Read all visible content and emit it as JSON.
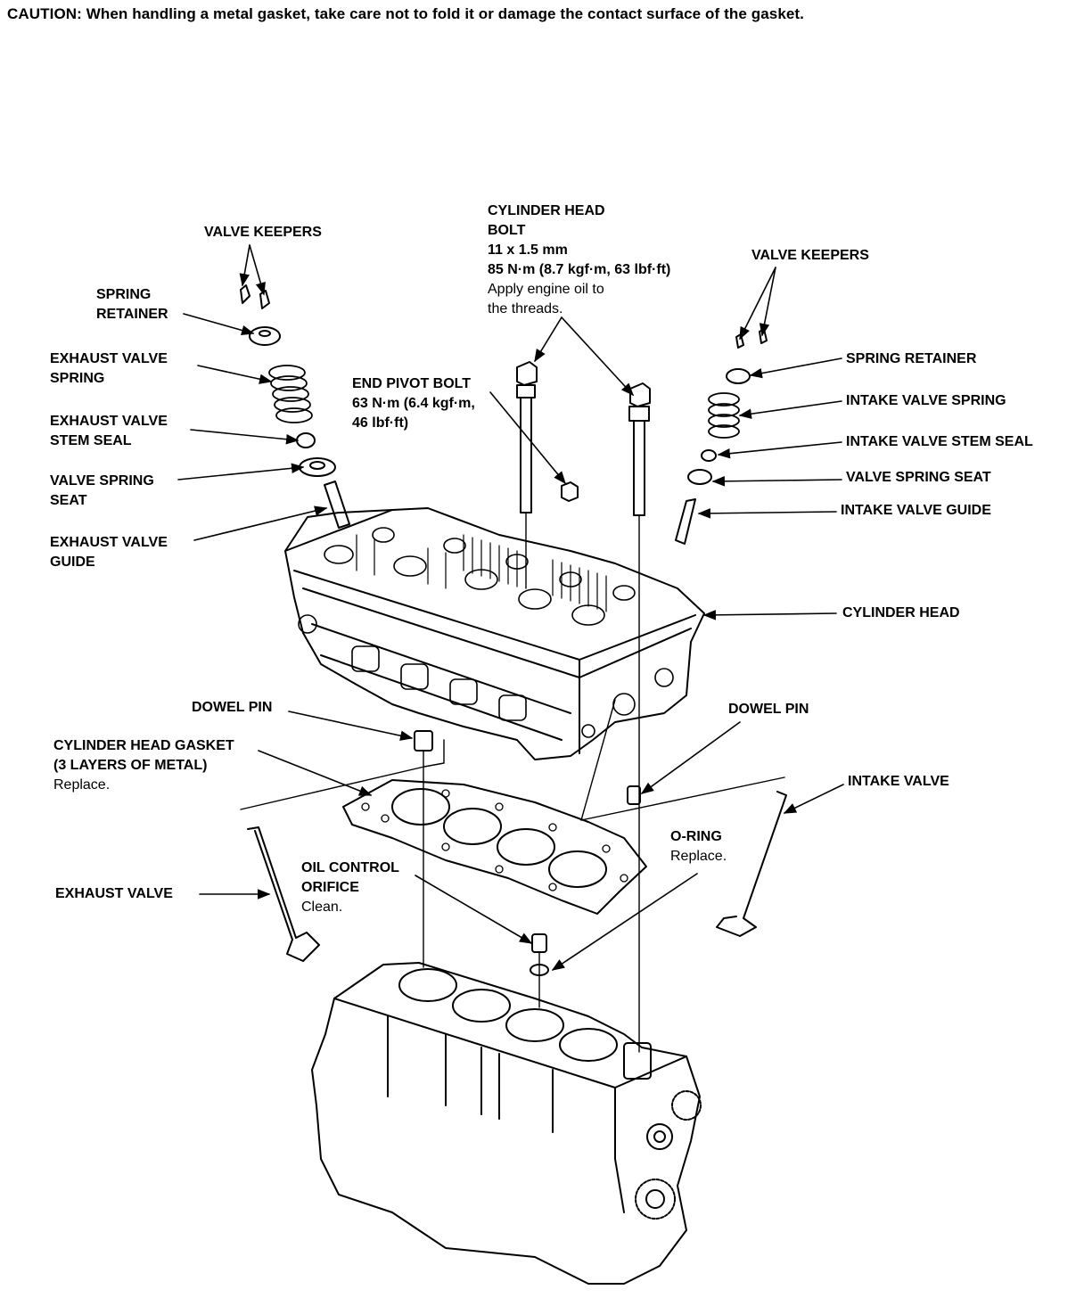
{
  "caution": "CAUTION:  When handling a metal gasket, take care not to fold it or damage the contact surface of the gasket.",
  "labels": {
    "valve_keepers_left": "VALVE KEEPERS",
    "spring_retainer_left": [
      "SPRING",
      "RETAINER"
    ],
    "exhaust_valve_spring": [
      "EXHAUST VALVE",
      "SPRING"
    ],
    "exhaust_valve_stem_seal": [
      "EXHAUST VALVE",
      "STEM SEAL"
    ],
    "valve_spring_seat_left": [
      "VALVE SPRING",
      "SEAT"
    ],
    "exhaust_valve_guide": [
      "EXHAUST VALVE",
      "GUIDE"
    ],
    "cylinder_head_bolt": {
      "title": [
        "CYLINDER HEAD",
        "BOLT"
      ],
      "spec": [
        "11 x 1.5 mm",
        "85 N·m (8.7 kgf·m, 63 lbf·ft)"
      ],
      "note": [
        "Apply engine oil to",
        "the threads."
      ]
    },
    "end_pivot_bolt": {
      "title": "END PIVOT BOLT",
      "spec": [
        "63 N·m (6.4 kgf·m,",
        "46 lbf·ft)"
      ]
    },
    "valve_keepers_right": "VALVE KEEPERS",
    "spring_retainer_right": "SPRING RETAINER",
    "intake_valve_spring": "INTAKE VALVE SPRING",
    "intake_valve_stem_seal": "INTAKE VALVE STEM SEAL",
    "valve_spring_seat_right": "VALVE SPRING SEAT",
    "intake_valve_guide": "INTAKE VALVE GUIDE",
    "cylinder_head": "CYLINDER HEAD",
    "dowel_pin_left": "DOWEL PIN",
    "dowel_pin_right": "DOWEL PIN",
    "cylinder_head_gasket": {
      "title": [
        "CYLINDER HEAD GASKET",
        "(3 LAYERS OF METAL)"
      ],
      "note": "Replace."
    },
    "intake_valve": "INTAKE VALVE",
    "o_ring": {
      "title": "O-RING",
      "note": "Replace."
    },
    "oil_control_orifice": {
      "title": [
        "OIL CONTROL",
        "ORIFICE"
      ],
      "note": "Clean."
    },
    "exhaust_valve": "EXHAUST VALVE"
  }
}
